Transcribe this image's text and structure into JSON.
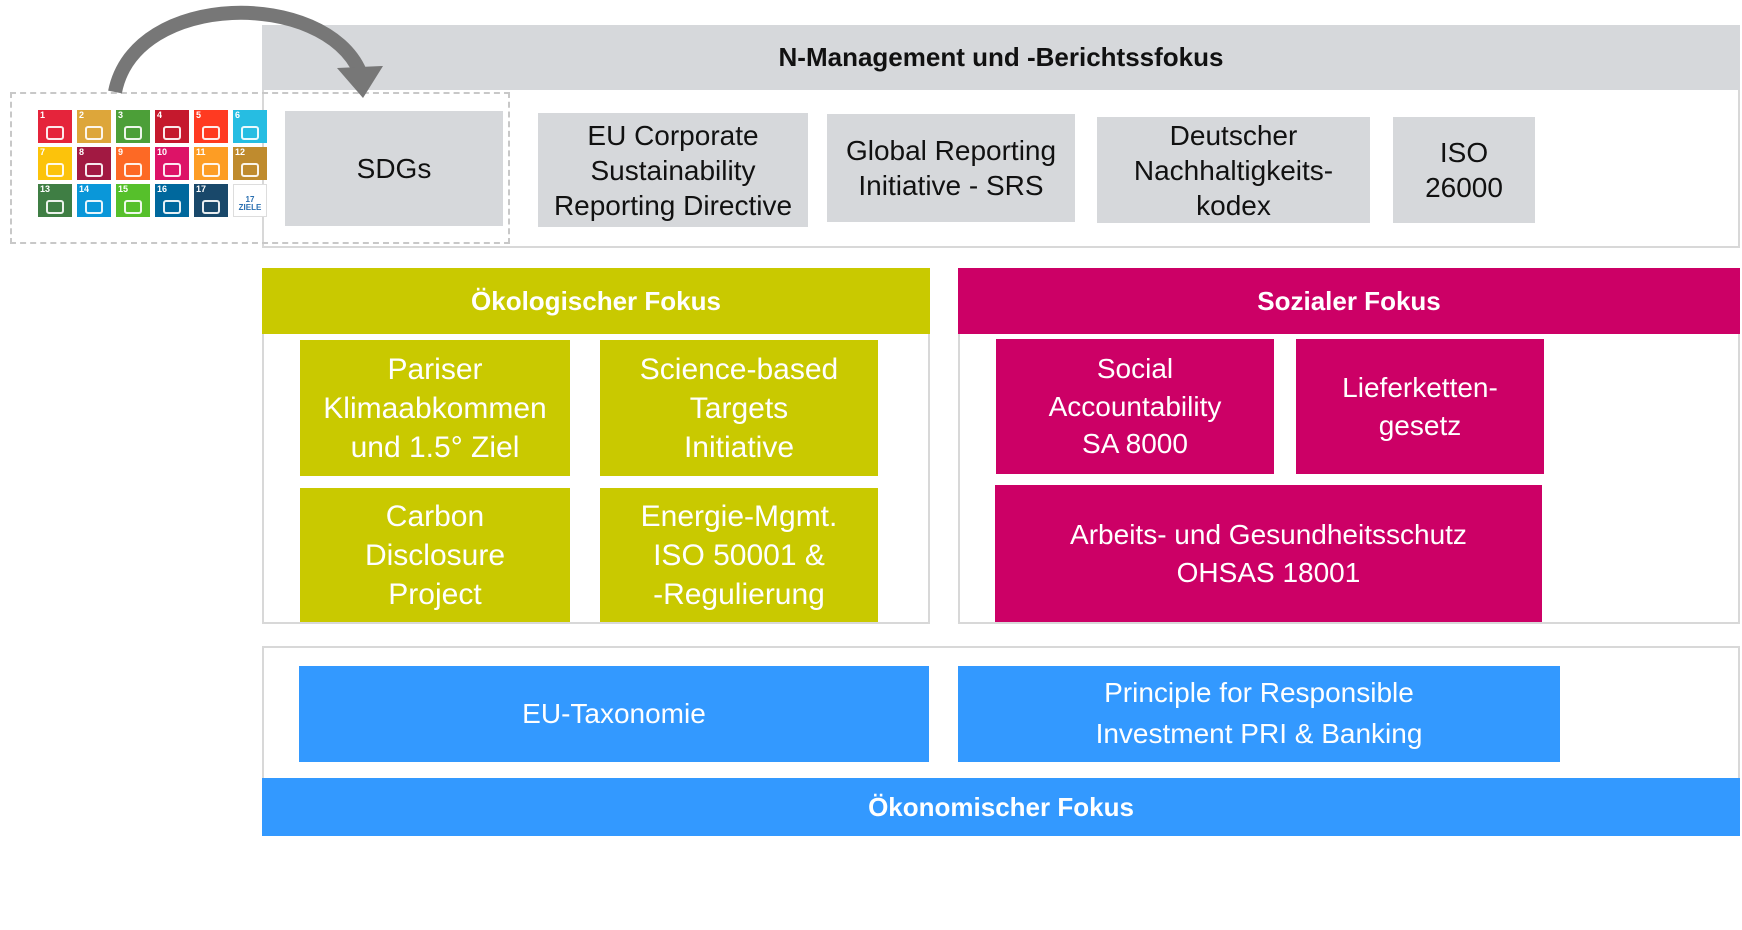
{
  "management_header": "N-Management und -Berichtssfokus",
  "sdg_icon_grid": {
    "icon": "sdg-goals-grid-icon",
    "colors": [
      "#e5243b",
      "#dda63a",
      "#4c9f38",
      "#c5192d",
      "#ff3a21",
      "#26bde2",
      "#fcc30b",
      "#a21942",
      "#fd6925",
      "#dd1367",
      "#fd9d24",
      "#bf8b2e",
      "#3f7e44",
      "#0a97d9",
      "#56c02b",
      "#00689d",
      "#19486a",
      "#ffffff"
    ],
    "tile_labels": [
      "1",
      "2",
      "3",
      "4",
      "5",
      "6",
      "7",
      "8",
      "9",
      "10",
      "11",
      "12",
      "13",
      "14",
      "15",
      "16",
      "17",
      ""
    ],
    "logo_text": "17 ZIELE"
  },
  "standards": {
    "sdgs": "SDGs",
    "csrd": "EU Corporate\nSustainability\nReporting Directive",
    "gri": "Global Reporting\nInitiative - SRS",
    "dnk": "Deutscher\nNachhaltigkeits-\nkodex",
    "iso26000": "ISO\n26000"
  },
  "ecological": {
    "header": "Ökologischer Fokus",
    "paris": "Pariser\nKlimaabkommen\nund 1.5° Ziel",
    "sbti": "Science-based\nTargets\nInitiative",
    "cdp": "Carbon\nDisclosure\nProject",
    "energy": "Energie-Mgmt.\nISO 50001 &\n-Regulierung"
  },
  "social": {
    "header": "Sozialer Fokus",
    "sa8000": "Social\nAccountability\nSA 8000",
    "supply_chain": "Lieferketten-\ngesetz",
    "ohsas": "Arbeits- und Gesundheitsschutz\nOHSAS 18001"
  },
  "economic": {
    "header": "Ökonomischer Fokus",
    "taxonomy": "EU-Taxonomie",
    "pri": "Principle for Responsible\nInvestment PRI & Banking"
  },
  "colors": {
    "gray": "#d6d8db",
    "green": "#c9c900",
    "pink": "#cc0066",
    "blue": "#3399ff",
    "arrow": "#777777"
  }
}
